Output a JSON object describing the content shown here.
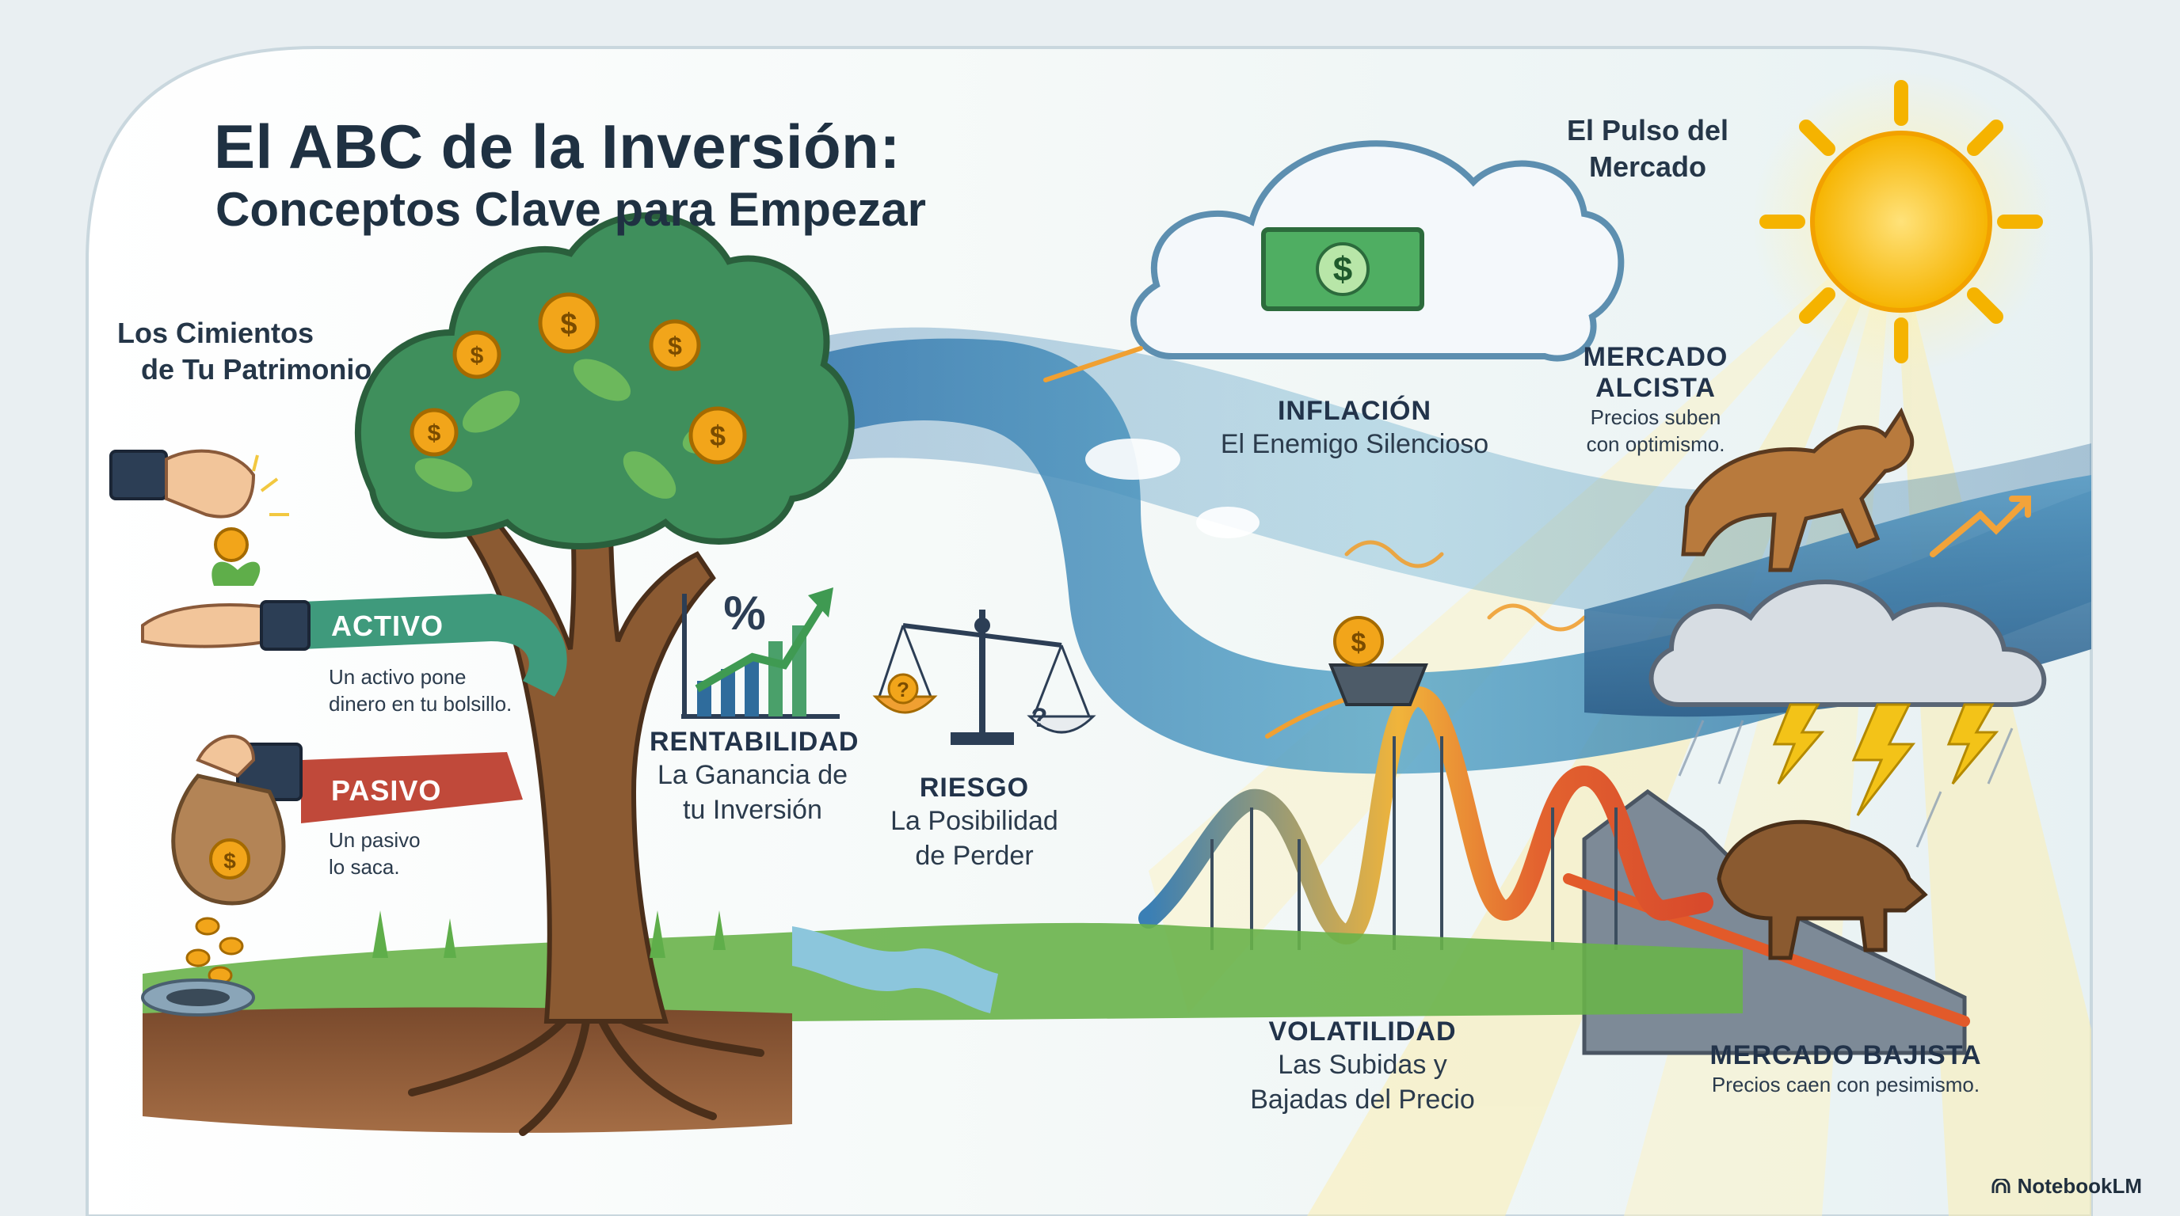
{
  "title": "El ABC de la Inversión:",
  "subtitle": "Conceptos Clave para Empezar",
  "foundations": {
    "heading_line1": "Los Cimientos",
    "heading_line2": "de Tu Patrimonio"
  },
  "activo": {
    "label": "ACTIVO",
    "desc_line1": "Un activo pone",
    "desc_line2": "dinero en tu bolsillo."
  },
  "pasivo": {
    "label": "PASIVO",
    "desc_line1": "Un pasivo",
    "desc_line2": "lo saca."
  },
  "rentabilidad": {
    "label": "RENTABILIDAD",
    "desc_line1": "La Ganancia de",
    "desc_line2": "tu Inversión"
  },
  "riesgo": {
    "label": "RIESGO",
    "desc_line1": "La Posibilidad",
    "desc_line2": "de Perder"
  },
  "pulse": {
    "heading_line1": "El Pulso del",
    "heading_line2": "Mercado"
  },
  "inflacion": {
    "label": "INFLACIÓN",
    "desc": "El Enemigo Silencioso"
  },
  "alcista": {
    "label_line1": "MERCADO",
    "label_line2": "ALCISTA",
    "desc_line1": "Precios suben",
    "desc_line2": "con optimismo."
  },
  "volatilidad": {
    "label": "VOLATILIDAD",
    "desc_line1": "Las Subidas y",
    "desc_line2": "Bajadas del Precio"
  },
  "bajista": {
    "label": "MERCADO BAJISTA",
    "desc": "Precios caen con pesimismo."
  },
  "brand": "NotebookLM",
  "icons": {
    "dollar_symbol": "$",
    "percent_symbol": "%",
    "question_symbol": "?"
  },
  "colors": {
    "activo_ribbon": "#3f9a7c",
    "pasivo_ribbon": "#c0493a",
    "river": "#3a7fb5",
    "sun": "#f6b400",
    "coin": "#f2a51a"
  }
}
